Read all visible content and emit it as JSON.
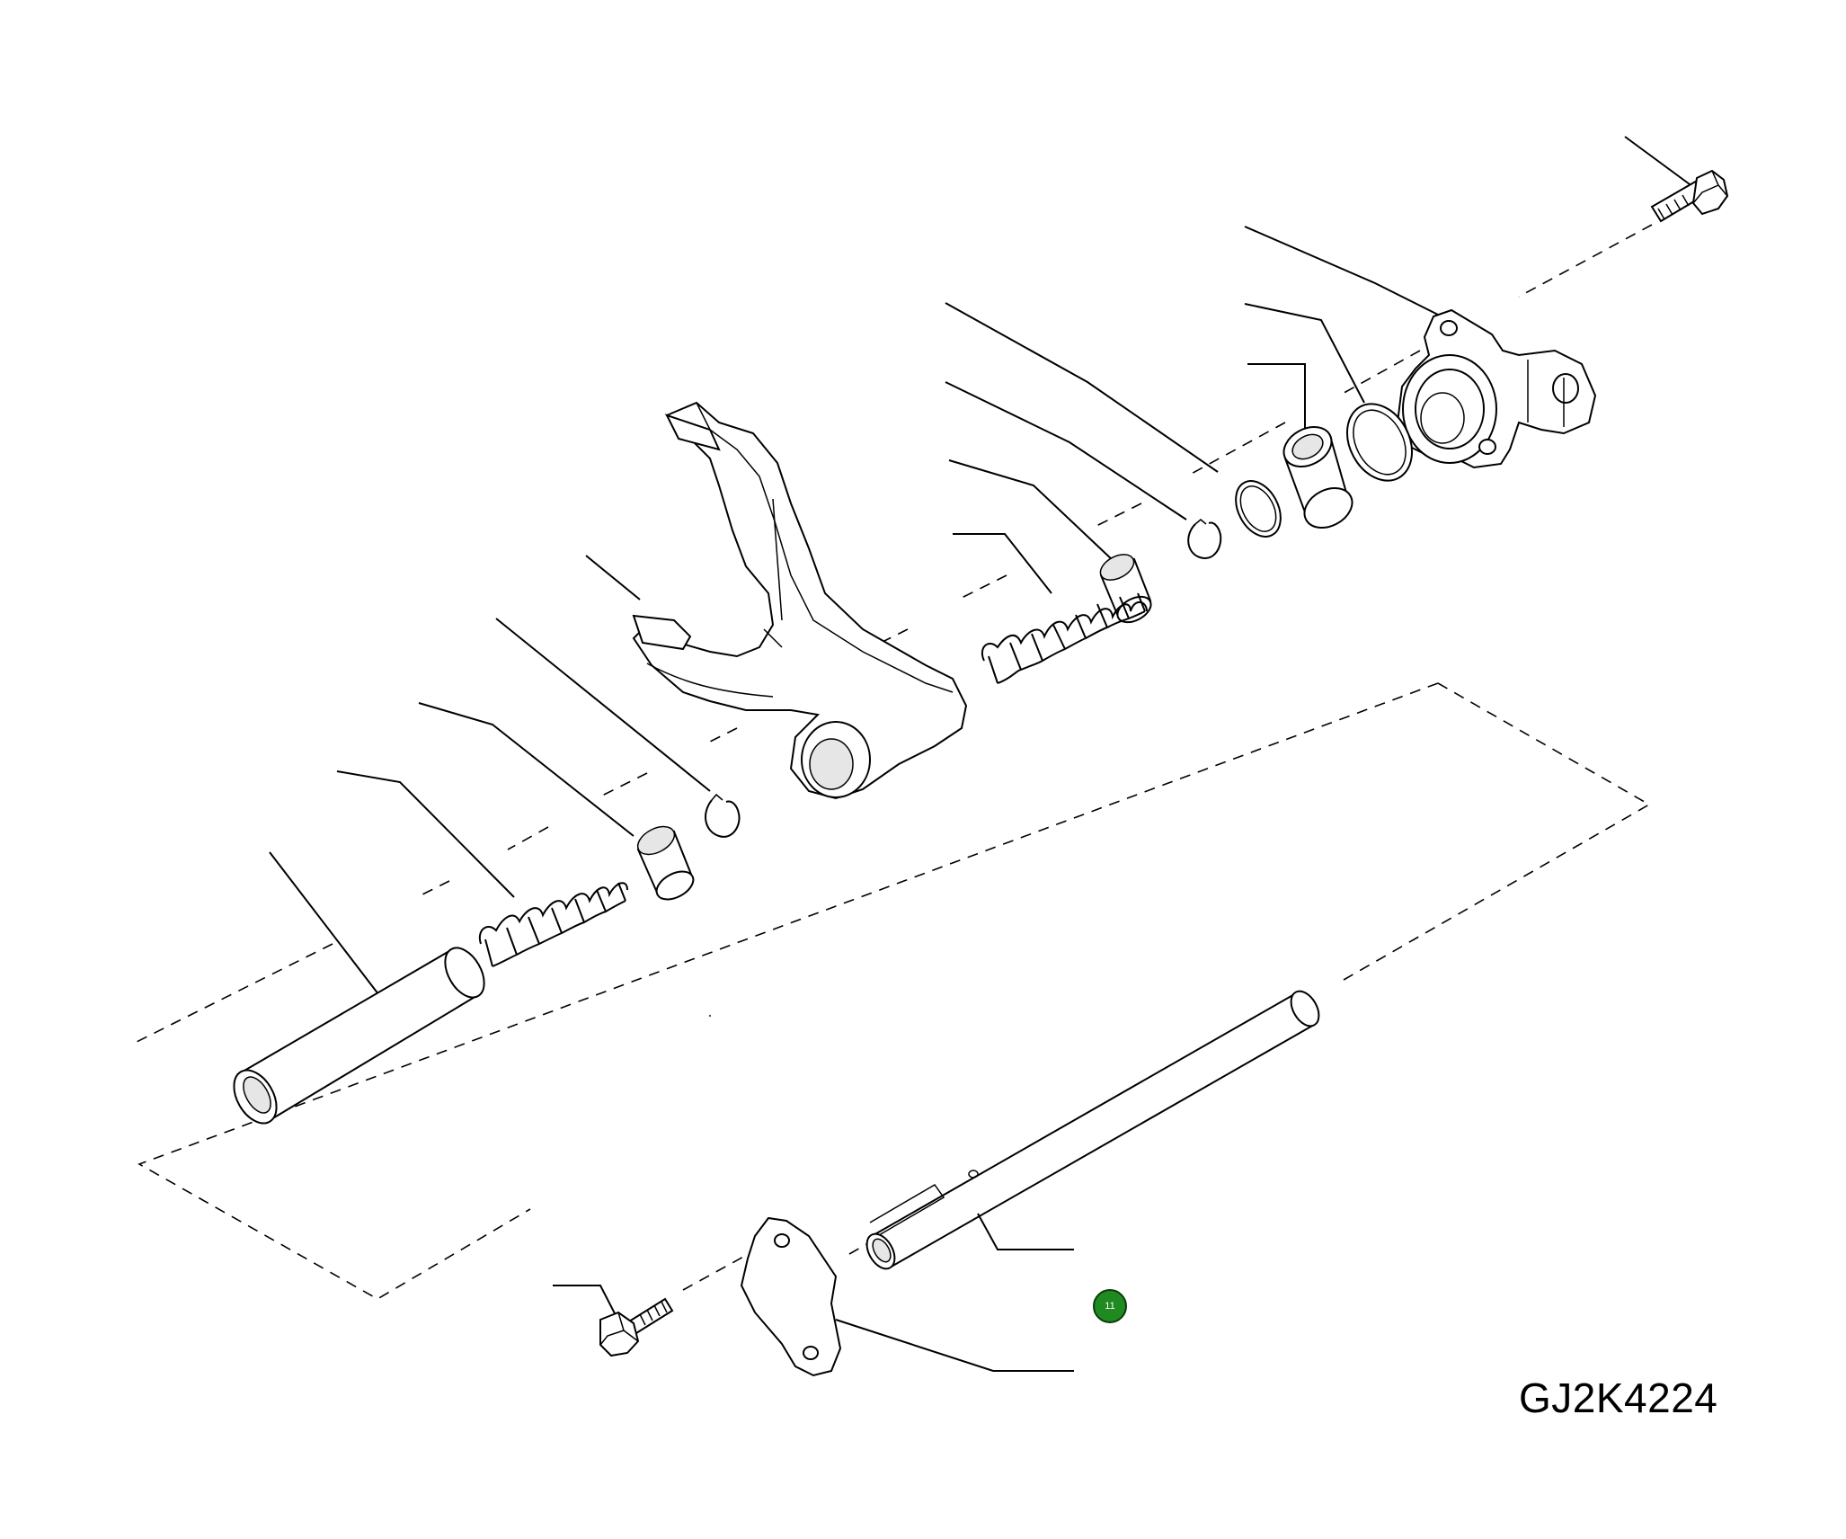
{
  "drawing": {
    "code": "GJ2K4224",
    "hotspot_label": "11",
    "hotspot_color": "#1f8a1f",
    "line_color": "#000000",
    "background": "#ffffff"
  },
  "parts": [
    "bolt-upper",
    "housing-flange",
    "o-ring",
    "bushing",
    "seal-ring",
    "circlip-upper",
    "detent-cap-upper",
    "spring-upper",
    "shift-fork",
    "circlip-lower",
    "detent-cap-lower",
    "spring-lower",
    "sleeve-pipe",
    "shift-rod",
    "cover-plate",
    "bolt-lower"
  ]
}
